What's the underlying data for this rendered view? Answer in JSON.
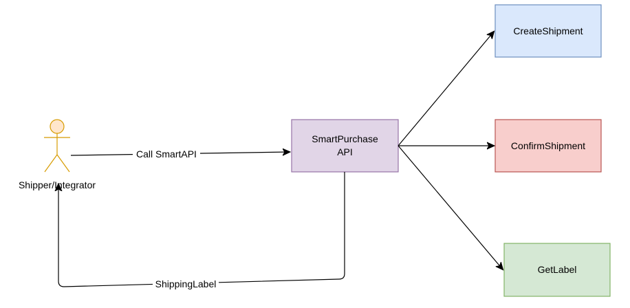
{
  "actor": {
    "label": "Shipper/Integrator",
    "fill": "#ffe6cc",
    "stroke": "#d79b00"
  },
  "nodes": {
    "smartpurchase": {
      "line1": "SmartPurchase",
      "line2": "API",
      "fill": "#e1d5e7",
      "stroke": "#9673a6"
    },
    "create": {
      "label": "CreateShipment",
      "fill": "#dae8fc",
      "stroke": "#6c8ebf"
    },
    "confirm": {
      "label": "ConfirmShipment",
      "fill": "#f8cecc",
      "stroke": "#b85450"
    },
    "getlabel": {
      "label": "GetLabel",
      "fill": "#d5e8d4",
      "stroke": "#82b366"
    }
  },
  "edges": {
    "call": {
      "label": "Call SmartAPI"
    },
    "return": {
      "label": "ShippingLabel"
    }
  }
}
